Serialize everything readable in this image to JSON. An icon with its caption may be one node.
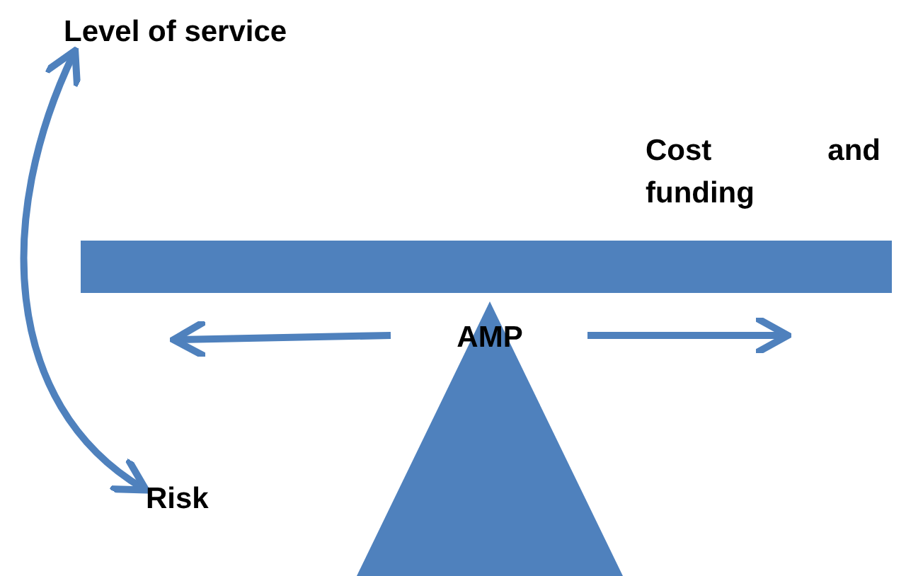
{
  "diagram": {
    "nodes": [
      {
        "text": [
          "Level of service"
        ]
      },
      {
        "text": [
          "Risk"
        ]
      },
      {
        "text": [],
        "shape": "bar"
      },
      {
        "text": [
          "AMP"
        ]
      }
    ],
    "edges": [
      {
        "from": 0,
        "to": 1,
        "arrow": "both"
      }
    ],
    "labels": [
      "Cost and funding"
    ]
  }
}
